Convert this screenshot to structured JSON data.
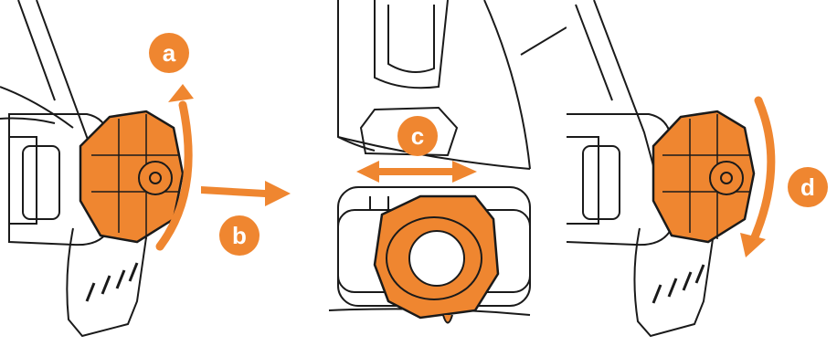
{
  "colors": {
    "accent": "#ef8630",
    "line": "#1a1a1a",
    "background": "#ffffff"
  },
  "steps": [
    {
      "label": "a"
    },
    {
      "label": "b"
    },
    {
      "label": "c"
    },
    {
      "label": "d"
    }
  ],
  "icons": [
    "rotate-up-arrow",
    "right-arrow",
    "double-arrow",
    "rotate-down-arrow",
    "knob",
    "mount-ring"
  ]
}
